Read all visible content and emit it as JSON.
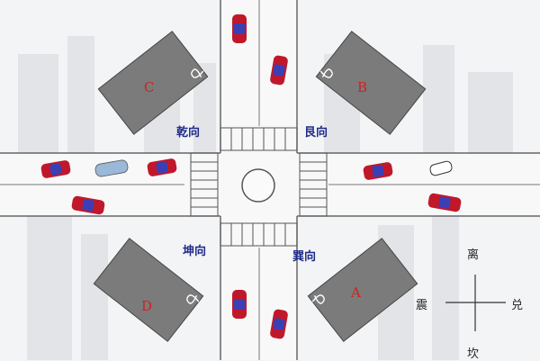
{
  "buildings": [
    {
      "id": "C",
      "letter": "C",
      "gate": "乾向"
    },
    {
      "id": "B",
      "letter": "B",
      "gate": "艮向"
    },
    {
      "id": "D",
      "letter": "D",
      "gate": "坤向"
    },
    {
      "id": "A",
      "letter": "A",
      "gate": "巽向"
    }
  ],
  "compass": {
    "north": "离",
    "west": "震",
    "east": "兑",
    "south": "坎"
  },
  "colors": {
    "building": "#7b7b7b",
    "road_line": "#666666",
    "car_red": "#c0182a",
    "car_blue": "#3a3fb5",
    "car_light": "#9ab8d8",
    "label": "#1f2a8a",
    "letter": "#d12020"
  }
}
